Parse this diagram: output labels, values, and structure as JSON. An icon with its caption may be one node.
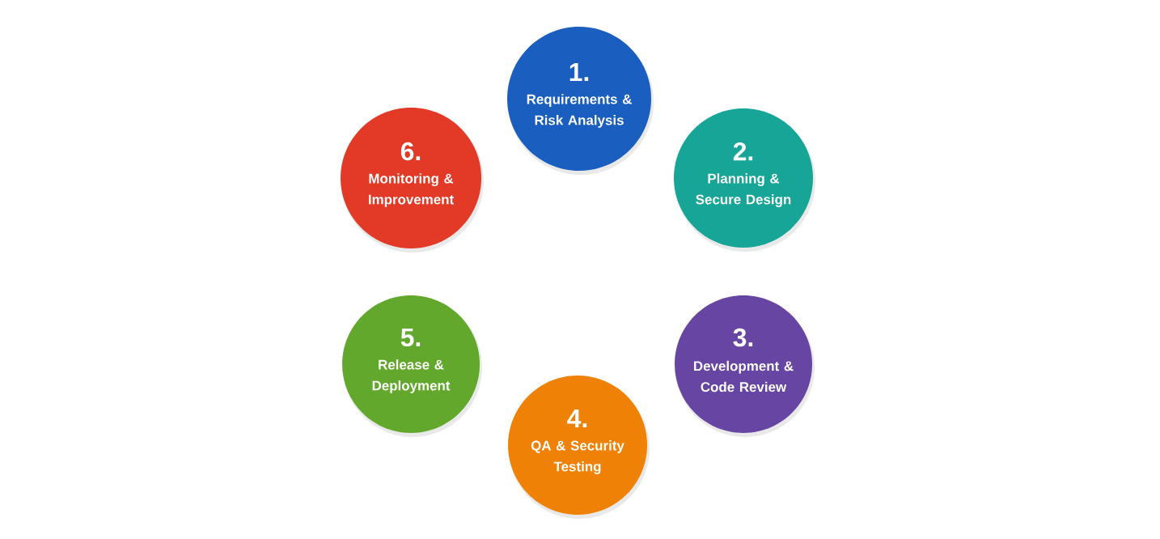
{
  "diagram": {
    "nodes": [
      {
        "text": [
          "1.",
          "Requirements & Risk Analysis"
        ]
      },
      {
        "text": [
          "2.",
          "Planning & Secure Design"
        ]
      },
      {
        "text": [
          "3.",
          "Development & Code Review"
        ]
      },
      {
        "text": [
          "4.",
          "QA & Security Testing"
        ]
      },
      {
        "text": [
          "5.",
          "Release & Deployment"
        ]
      },
      {
        "text": [
          "6.",
          "Monitoring & Improvement"
        ]
      }
    ]
  }
}
